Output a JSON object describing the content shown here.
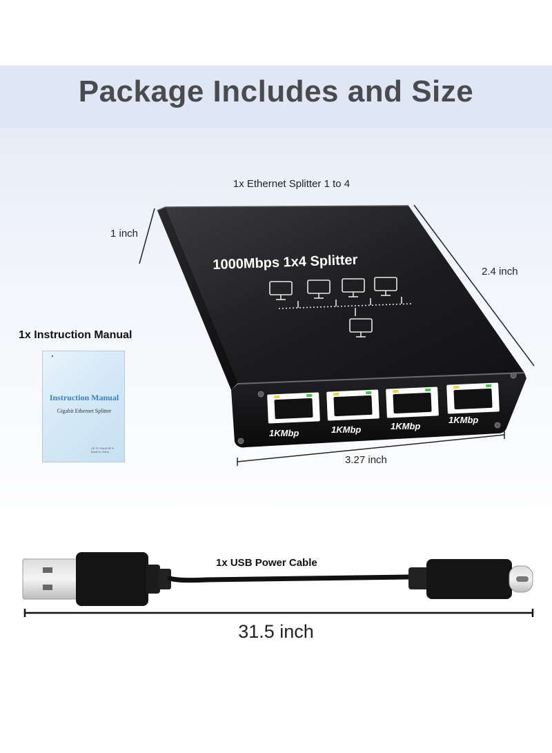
{
  "title": "Package Includes and Size",
  "labels": {
    "splitter": "1x Ethernet Splitter 1 to 4",
    "height": "1 inch",
    "depth": "2.4 inch",
    "manual": "1x Instruction Manual",
    "width": "3.27 inch",
    "usb_cable": "1x USB Power Cable",
    "cable_length": "31.5 inch"
  },
  "device": {
    "top_label": "1000Mbps 1x4 Splitter",
    "ports": [
      "1KMbp",
      "1KMbp",
      "1KMbp",
      "1KMbp"
    ]
  },
  "manual_doc": {
    "title": "Instruction Manual",
    "subtitle": "Gigabit Ethernet Splitter",
    "marks": "CE FC RoHS ♻ ⊖",
    "made_in": "Made in China"
  },
  "colors": {
    "title_text": "#4a4b4e",
    "device_body": "#1c1c1e",
    "port_frame": "#ffffff",
    "manual_accent": "#3b7fc0",
    "header_band": "#dfe6f4"
  }
}
